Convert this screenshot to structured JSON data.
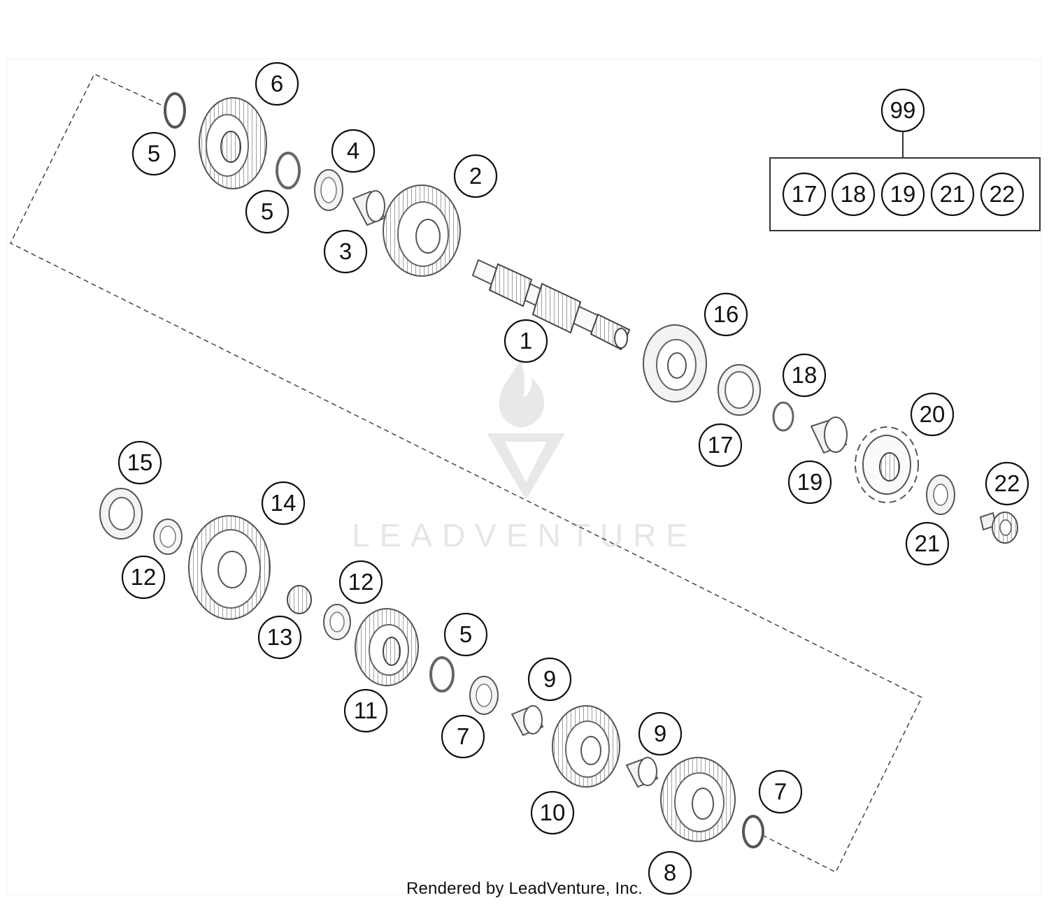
{
  "diagram": {
    "watermark": "LEADVENTURE",
    "credit": "Rendered by LeadVenture, Inc.",
    "kit": {
      "number": "99",
      "contents": [
        "17",
        "18",
        "19",
        "21",
        "22"
      ]
    },
    "callouts": [
      "6",
      "5",
      "5",
      "4",
      "3",
      "2",
      "1",
      "16",
      "17",
      "18",
      "19",
      "20",
      "21",
      "22",
      "15",
      "14",
      "12",
      "12",
      "13",
      "11",
      "5",
      "7",
      "9",
      "10",
      "9",
      "7",
      "8"
    ],
    "parts": [
      {
        "number": "1",
        "kind": "countershaft"
      },
      {
        "number": "2",
        "kind": "gear"
      },
      {
        "number": "3",
        "kind": "needle-bearing"
      },
      {
        "number": "4",
        "kind": "washer"
      },
      {
        "number": "5",
        "kind": "circlip"
      },
      {
        "number": "6",
        "kind": "gear"
      },
      {
        "number": "7",
        "kind": "circlip"
      },
      {
        "number": "8",
        "kind": "gear"
      },
      {
        "number": "9",
        "kind": "needle-bearing"
      },
      {
        "number": "10",
        "kind": "gear"
      },
      {
        "number": "11",
        "kind": "gear"
      },
      {
        "number": "12",
        "kind": "washer"
      },
      {
        "number": "13",
        "kind": "needle-bearing"
      },
      {
        "number": "14",
        "kind": "gear"
      },
      {
        "number": "15",
        "kind": "ball-bearing"
      },
      {
        "number": "16",
        "kind": "ball-bearing"
      },
      {
        "number": "17",
        "kind": "shaft-seal"
      },
      {
        "number": "18",
        "kind": "o-ring"
      },
      {
        "number": "19",
        "kind": "spacer"
      },
      {
        "number": "20",
        "kind": "sprocket"
      },
      {
        "number": "21",
        "kind": "washer"
      },
      {
        "number": "22",
        "kind": "collar-screw"
      }
    ]
  }
}
